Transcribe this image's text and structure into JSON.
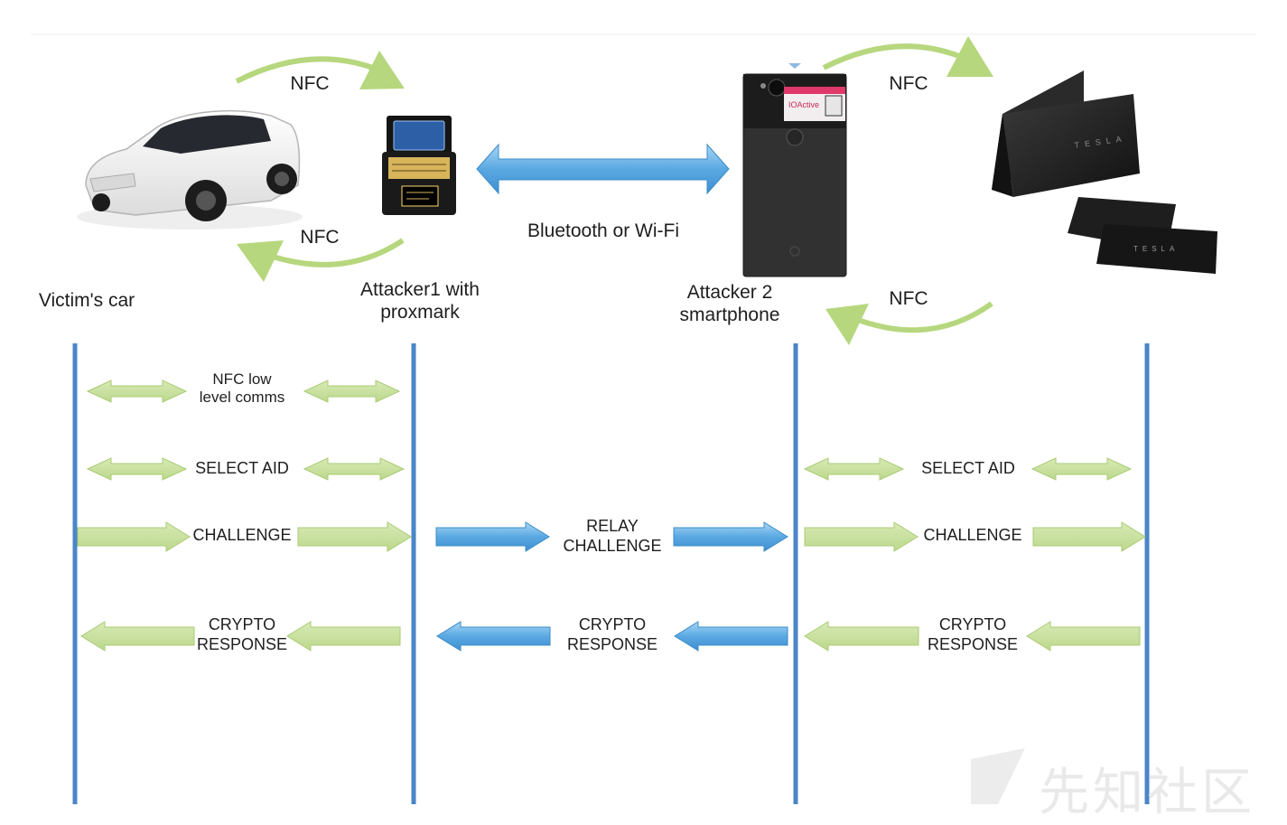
{
  "colors": {
    "green_arrow": "#c6df9c",
    "green_stroke": "#a9cb73",
    "blue_arrow": "#6fb6e6",
    "blue_stroke": "#3b8cc8",
    "lifeline": "#4a86c8"
  },
  "icons": {
    "car": "white-tesla-car-image",
    "proxmark": "proxmark-device-image",
    "smartphone": "black-smartphone-image",
    "keycard": "tesla-key-card-image"
  },
  "top": {
    "nfc_label": "NFC",
    "bluetooth_label": "Bluetooth or Wi-Fi",
    "victim_label": "Victim's car",
    "attacker1_label": [
      "Attacker1 with",
      "proxmark"
    ],
    "attacker2_label": [
      "Attacker 2",
      "smartphone"
    ],
    "ioactive_sticker": "IOActive",
    "tesla_brand": "TESLA"
  },
  "sequence": {
    "nfc_low": [
      "NFC low",
      "level comms"
    ],
    "select_aid": "SELECT AID",
    "challenge": "CHALLENGE",
    "relay_challenge": [
      "RELAY",
      "CHALLENGE"
    ],
    "crypto_response": [
      "CRYPTO",
      "RESPONSE"
    ]
  },
  "watermark": "先知社区"
}
